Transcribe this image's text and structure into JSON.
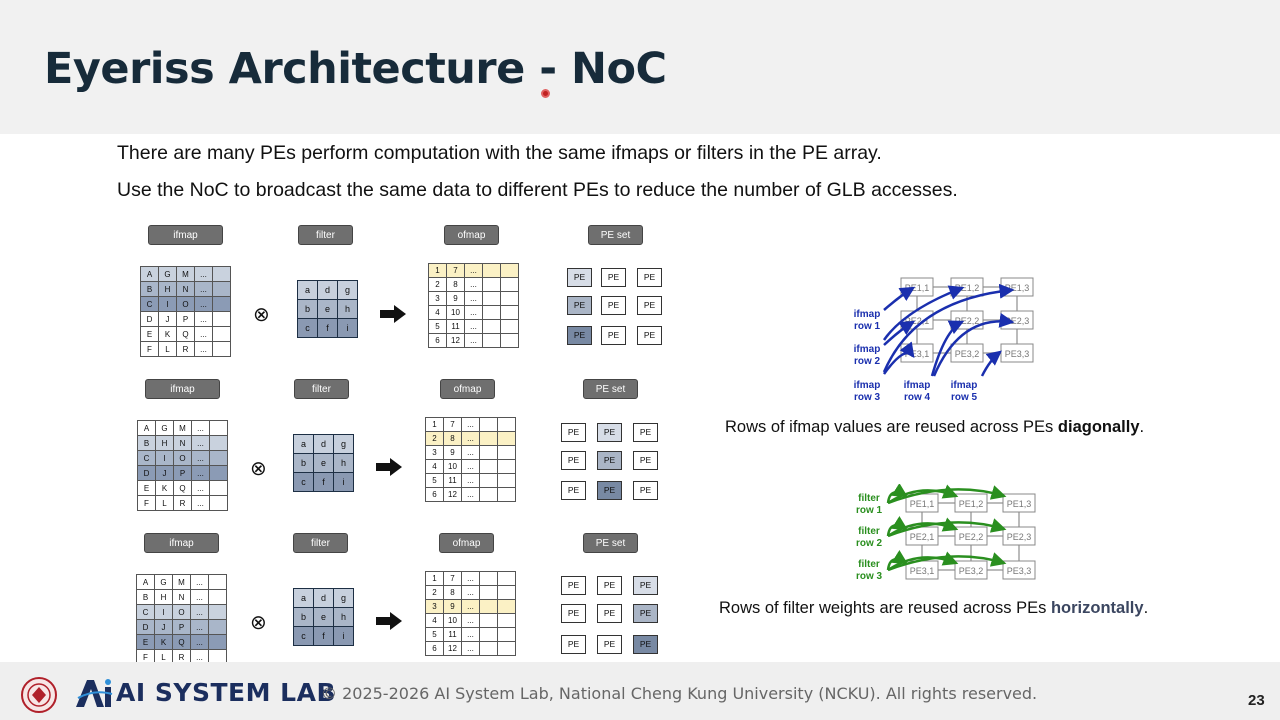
{
  "slide": {
    "title": "Eyeriss Architecture - NoC",
    "line1": "There are many PEs perform computation with the same ifmaps or filters in the PE array.",
    "line2": "Use the NoC to broadcast the same data to different PEs to reduce the number of GLB accesses."
  },
  "labels": {
    "ifmap": "ifmap",
    "filter": "filter",
    "ofmap": "ofmap",
    "peset": "PE set",
    "pe": "PE"
  },
  "ifmap_rows": [
    [
      "A",
      "G",
      "M",
      "..."
    ],
    [
      "B",
      "H",
      "N",
      "..."
    ],
    [
      "C",
      "I",
      "O",
      "..."
    ],
    [
      "D",
      "J",
      "P",
      "..."
    ],
    [
      "E",
      "K",
      "Q",
      "..."
    ],
    [
      "F",
      "L",
      "R",
      "..."
    ]
  ],
  "filter_rows": [
    [
      "a",
      "d",
      "g"
    ],
    [
      "b",
      "e",
      "h"
    ],
    [
      "c",
      "f",
      "i"
    ]
  ],
  "ofmap_rows": [
    [
      "1",
      "7",
      "..."
    ],
    [
      "2",
      "8",
      "..."
    ],
    [
      "3",
      "9",
      "..."
    ],
    [
      "4",
      "10",
      "..."
    ],
    [
      "5",
      "11",
      "..."
    ],
    [
      "6",
      "12",
      "..."
    ]
  ],
  "diagram_diag": {
    "pe_labels": [
      "PE1,1",
      "PE1,2",
      "PE1,3",
      "PE2,1",
      "PE2,2",
      "PE2,3",
      "PE3,1",
      "PE3,2",
      "PE3,3"
    ],
    "ifmap_row_labels": [
      "ifmap row 1",
      "ifmap row 2",
      "ifmap row 3",
      "ifmap row 4",
      "ifmap row 5"
    ]
  },
  "diagram_horiz": {
    "filter_row_labels": [
      "filter row 1",
      "filter row 2",
      "filter row 3"
    ]
  },
  "captions": {
    "diag_prefix": "Rows of ifmap values are reused across PEs ",
    "diag_bold": "diagonally",
    "diag_suffix": ".",
    "horiz_prefix": "Rows of filter weights are reused across PEs ",
    "horiz_bold": "horizontally",
    "horiz_suffix": "."
  },
  "footer": {
    "logo_text": "AI SYSTEM LAB",
    "copyright": "© 2025-2026 AI System Lab, National Cheng Kung University (NCKU). All rights reserved.",
    "page_number": "23"
  },
  "colors": {
    "title": "#172b3a",
    "ifmap_arrows": "#1a2fae",
    "filter_arrows": "#2a8f1f",
    "logo": "#1b2e5e"
  }
}
